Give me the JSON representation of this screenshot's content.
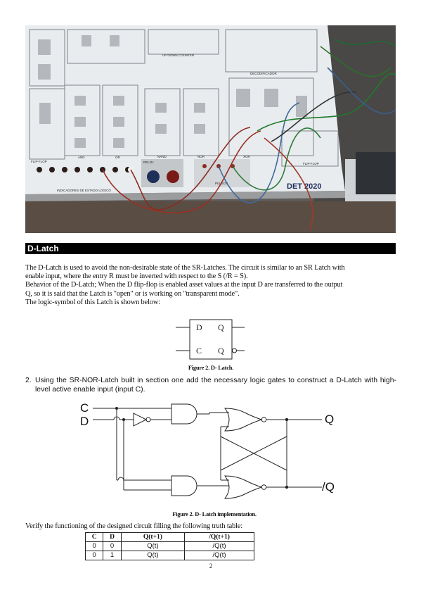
{
  "photo": {
    "panel_labels": [
      "FLIP-FLOP",
      "AND",
      "OR",
      "NAND",
      "NOR",
      "XOR",
      "INDICADORES DE ESTADO LOGICO",
      "RELOJ",
      "PULSOS",
      "UP DOWN COUNTER",
      "DECODIFICADOR",
      "FLIP-FLOP"
    ],
    "brand": "DET 2020"
  },
  "section": {
    "title": "D-Latch"
  },
  "intro": {
    "line1": "The D-Latch is used to avoid the non-desirable state of the SR-Latches. The circuit is similar to an SR Latch with",
    "line2": "enable input, where the entry R must be inverted with respect to the S (/R = S).",
    "line3": "Behavior of the D-Latch; When the D flip-flop is enabled asset values at the input D are transferred to the output",
    "line4": "Q, so it is said that the Latch is \"open\" or is working on \"transparent mode\".",
    "line5": "The logic-symbol of this Latch is shown below:"
  },
  "symbol": {
    "d": "D",
    "q": "Q",
    "c": "C",
    "qbar": "Q"
  },
  "figure1": {
    "caption": "Figure 2. D- Latch."
  },
  "question": {
    "number": "2.",
    "text": "Using the SR-NOR-Latch built in section one add the necessary logic gates to construct a D-Latch with high-level active enable input (input C)."
  },
  "circuit": {
    "c": "C",
    "d": "D",
    "q": "Q",
    "qbar": "/Q"
  },
  "figure2": {
    "caption": "Figure 2. D- Latch implementation."
  },
  "verify": {
    "text": "Verify the functioning of the designed circuit filling the following truth table:"
  },
  "table": {
    "headers": [
      "C",
      "D",
      "Q(t+1)",
      "/Q(t+1)"
    ],
    "rows": [
      [
        "0",
        "0",
        "Q(t)",
        "/Q(t)"
      ],
      [
        "0",
        "1",
        "Q(t)",
        "/Q(t)"
      ]
    ]
  },
  "page": {
    "number": "2"
  }
}
